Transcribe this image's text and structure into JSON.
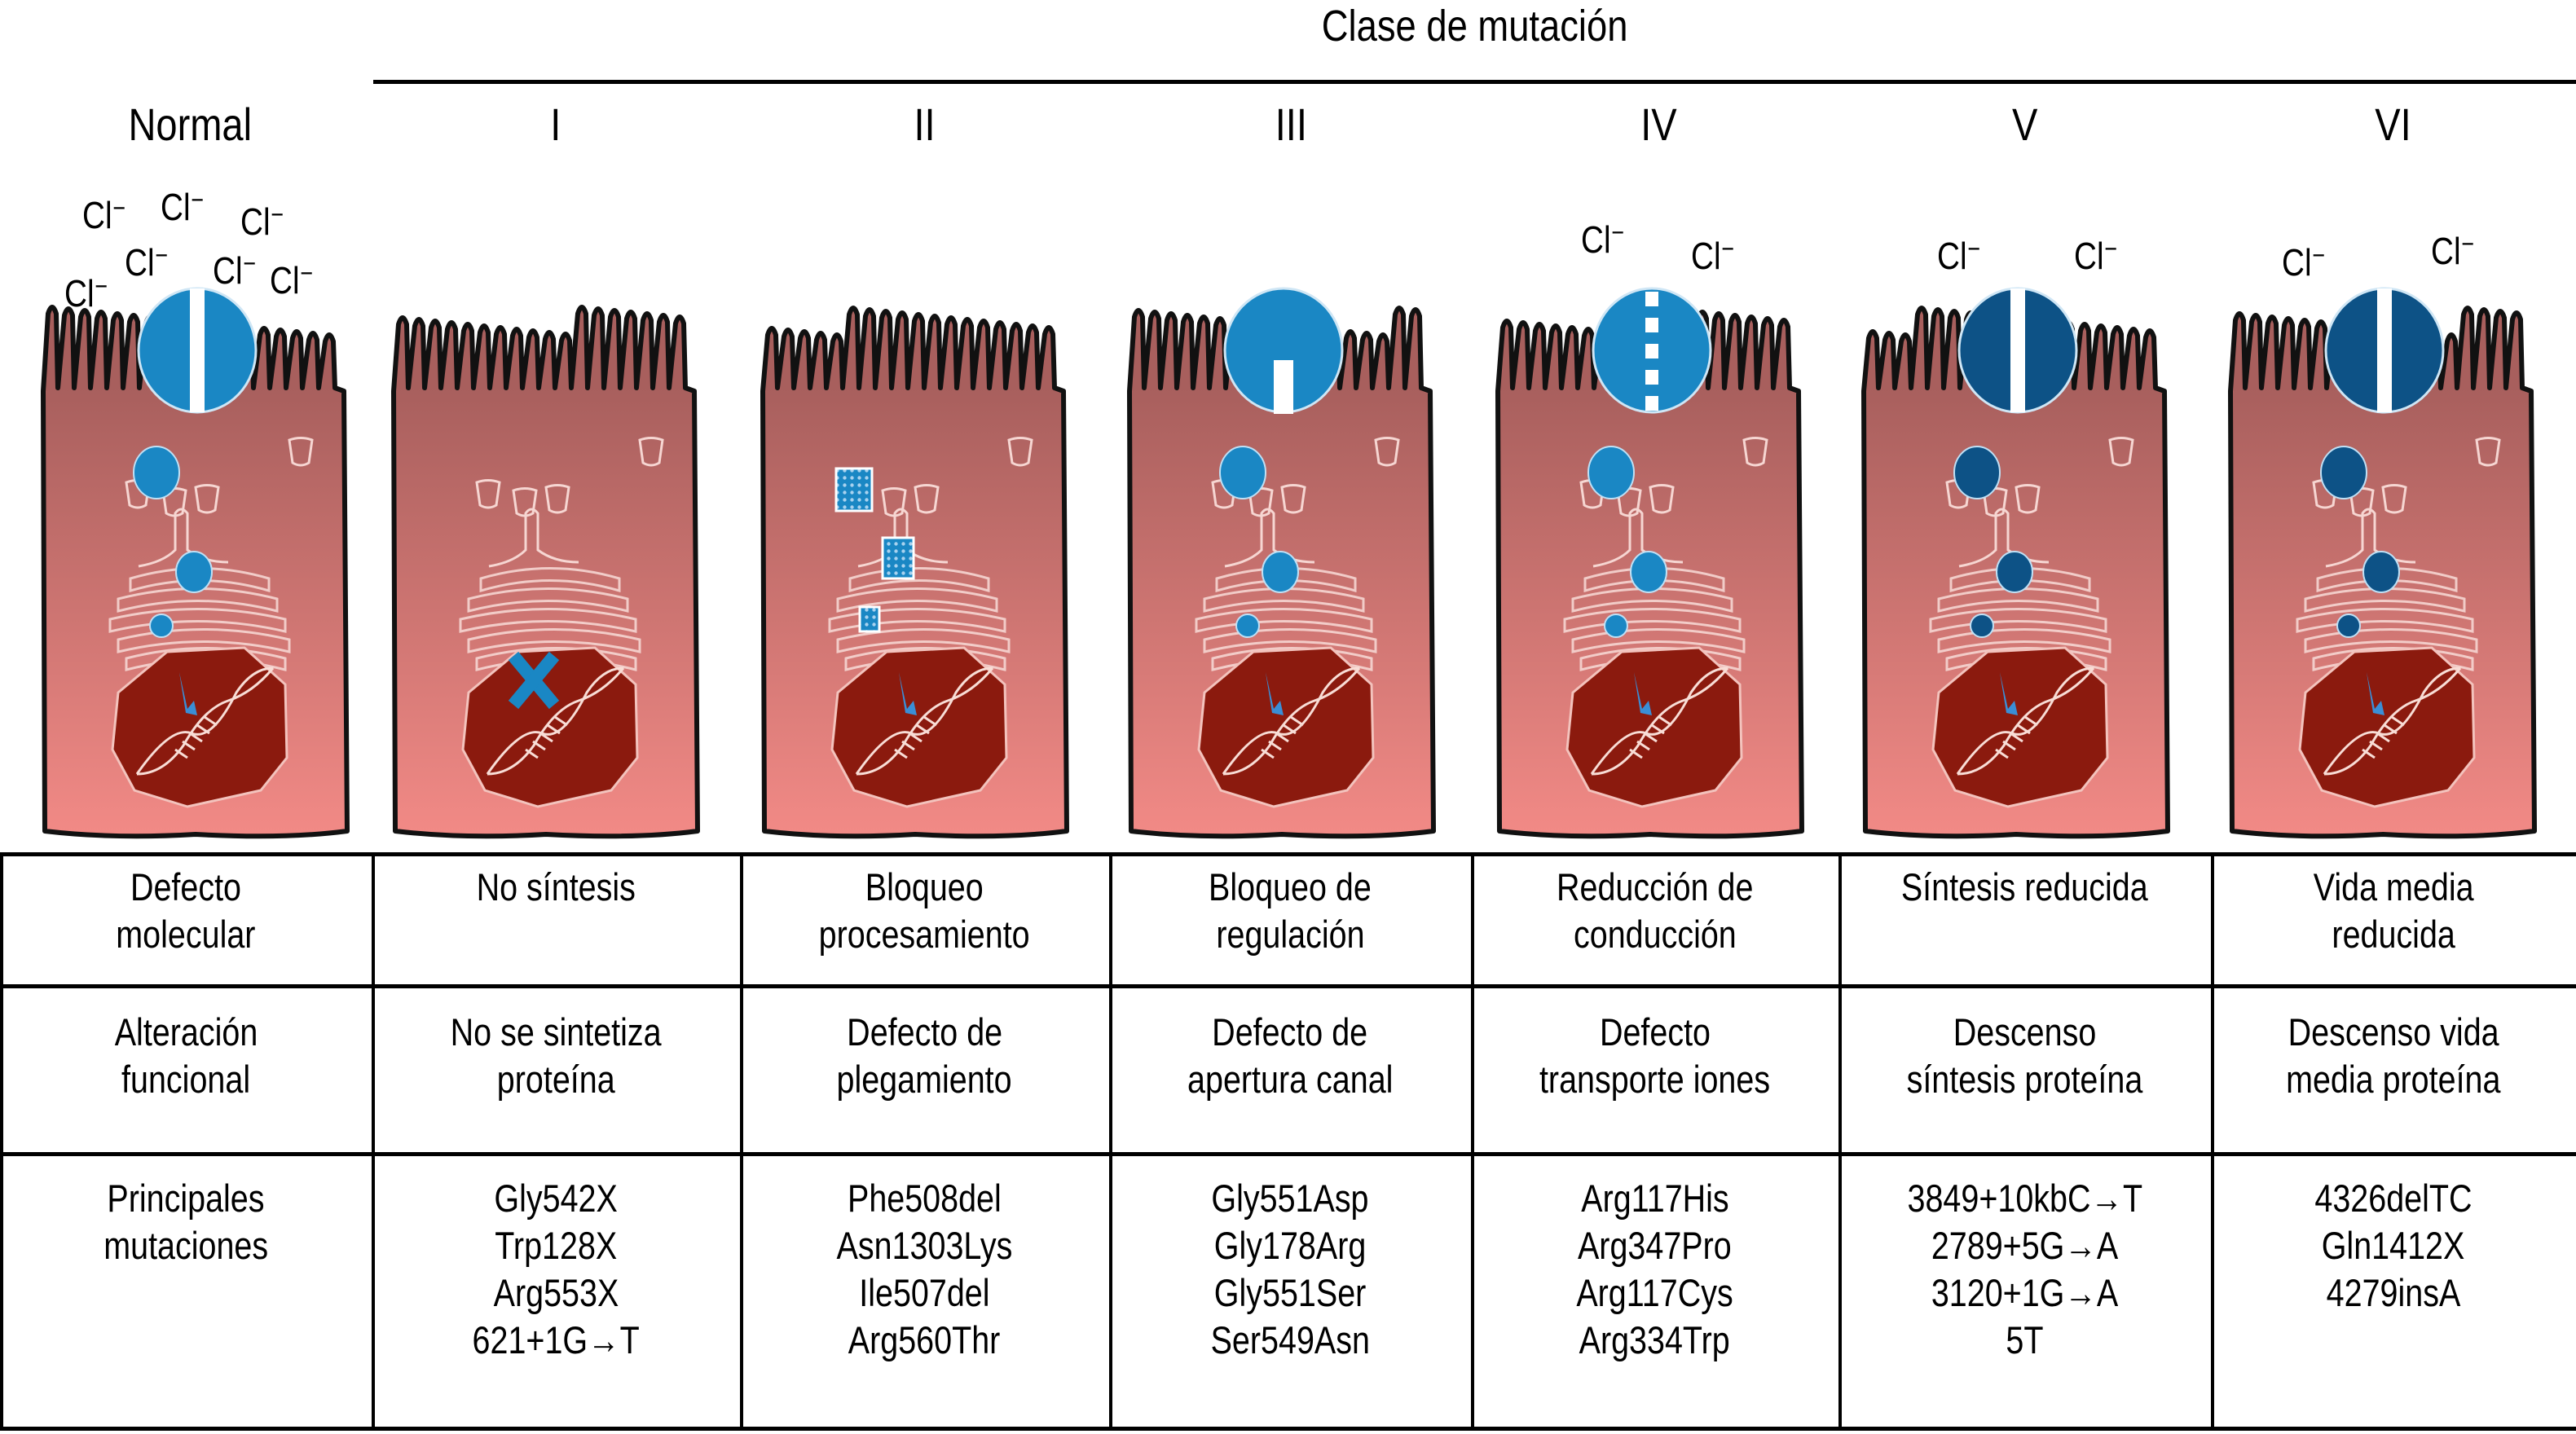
{
  "figure": {
    "title": "Clase de mutación",
    "columns": [
      {
        "label": "Normal",
        "key": "normal",
        "protein_color": "#1a87c4",
        "protein_state": "open channel",
        "ions": [
          "Cl⁻",
          "Cl⁻",
          "Cl⁻",
          "Cl⁻",
          "Cl⁻",
          "Cl⁻",
          "Cl⁻"
        ],
        "marker": "none"
      },
      {
        "label": "I",
        "key": "I",
        "protein_color": "none",
        "protein_state": "absent",
        "ions": [],
        "marker": "blue X over nucleus"
      },
      {
        "label": "II",
        "key": "II",
        "protein_color": "#1a87c4",
        "protein_state": "misfolded (retained)",
        "ions": [],
        "marker": "dotted squares"
      },
      {
        "label": "III",
        "key": "III",
        "protein_color": "#1a87c4",
        "protein_state": "closed gate",
        "ions": [],
        "marker": "none"
      },
      {
        "label": "IV",
        "key": "IV",
        "protein_color": "#1a87c4",
        "protein_state": "dashed channel",
        "ions": [
          "Cl⁻",
          "Cl⁻"
        ],
        "marker": "none"
      },
      {
        "label": "V",
        "key": "V",
        "protein_color": "#0d5286",
        "protein_state": "open channel, reduced amount",
        "ions": [
          "Cl⁻",
          "Cl⁻"
        ],
        "marker": "none"
      },
      {
        "label": "VI",
        "key": "VI",
        "protein_color": "#0d5286",
        "protein_state": "open channel, reduced half-life",
        "ions": [
          "Cl⁻",
          "Cl⁻"
        ],
        "marker": "none"
      }
    ],
    "ion_symbol": "Cl",
    "ion_charge": "−",
    "colors": {
      "protein_light": "#1a87c4",
      "protein_dark": "#0d5286",
      "cell_top": "#a85f5d",
      "cell_bottom": "#f28a86",
      "nucleus": "#8b1a0e",
      "organelle_outline": "#f6d6d2"
    }
  },
  "table": {
    "rows": [
      {
        "header": [
          "Defecto",
          "molecular"
        ],
        "cells": [
          [
            "No síntesis"
          ],
          [
            "Bloqueo",
            "procesamiento"
          ],
          [
            "Bloqueo de",
            "regulación"
          ],
          [
            "Reducción de",
            "conducción"
          ],
          [
            "Síntesis reducida"
          ],
          [
            "Vida media",
            "reducida"
          ]
        ]
      },
      {
        "header": [
          "Alteración",
          "funcional"
        ],
        "cells": [
          [
            "No se sintetiza",
            "proteína"
          ],
          [
            "Defecto de",
            "plegamiento"
          ],
          [
            "Defecto de",
            "apertura canal"
          ],
          [
            "Defecto",
            "transporte iones"
          ],
          [
            "Descenso",
            "síntesis proteína"
          ],
          [
            "Descenso vida",
            "media proteína"
          ]
        ]
      },
      {
        "header": [
          "Principales",
          "mutaciones"
        ],
        "cells": [
          [
            "Gly542X",
            "Trp128X",
            "Arg553X",
            "621+1G→T"
          ],
          [
            "Phe508del",
            "Asn1303Lys",
            "Ile507del",
            "Arg560Thr"
          ],
          [
            "Gly551Asp",
            "Gly178Arg",
            "Gly551Ser",
            "Ser549Asn"
          ],
          [
            "Arg117His",
            "Arg347Pro",
            "Arg117Cys",
            "Arg334Trp"
          ],
          [
            "3849+10kbC→T",
            "2789+5G→A",
            "3120+1G→A",
            "5T"
          ],
          [
            "4326delTC",
            "Gln1412X",
            "4279insA"
          ]
        ]
      }
    ]
  }
}
